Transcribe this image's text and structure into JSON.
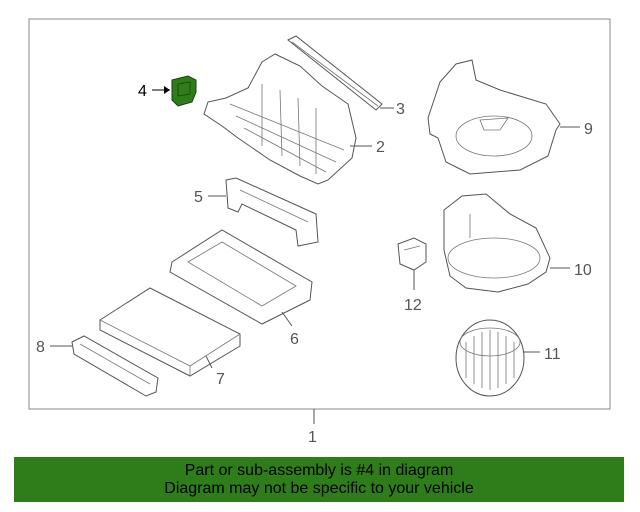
{
  "diagram": {
    "callouts": {
      "c1": "1",
      "c2": "2",
      "c3": "3",
      "c4": "4",
      "c5": "5",
      "c6": "6",
      "c7": "7",
      "c8": "8",
      "c9": "9",
      "c10": "10",
      "c11": "11",
      "c12": "12"
    },
    "highlight_color": "#2e7d1a"
  },
  "banner": {
    "line1": "Part or sub-assembly is #4 in diagram",
    "line2": "Diagram may not be specific to your vehicle",
    "background": "#2e7d1a"
  }
}
